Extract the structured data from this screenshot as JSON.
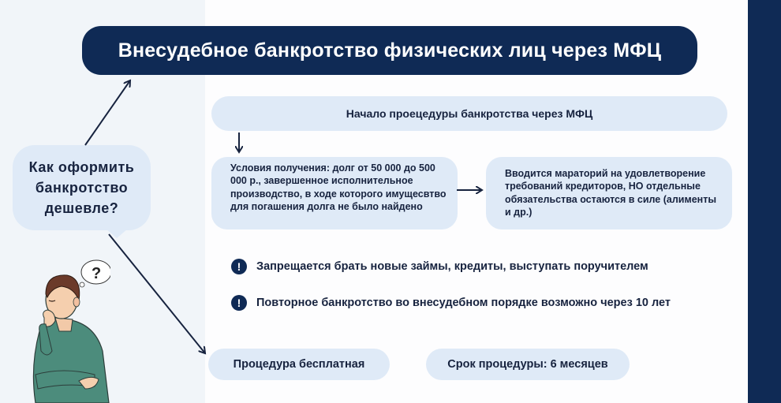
{
  "title": "Внесудебное банкротство физических лиц через МФЦ",
  "question": {
    "lines": [
      "Как оформить",
      "банкротство",
      "дешевле?"
    ]
  },
  "flow": {
    "start": "Начало проецедуры банкротства через МФЦ",
    "conditions": "Условия получения: долг от 50 000 до 500 000 р., завершенное исполнительное производство, в ходе которого имущесвтво для погашения долга не было найдено",
    "moratorium": "Вводится мараторий на удовлетворение требований кредиторов, НО отдельные обязательства остаются в силе (алименты и др.)"
  },
  "warnings": [
    {
      "icon": "exclamation-circle-icon",
      "text": "Запрещается брать новые займы, кредиты, выступать поручителем"
    },
    {
      "icon": "exclamation-circle-icon",
      "text": "Повторное банкротство во внесудебном порядке возможно через 10 лет"
    }
  ],
  "bottom": {
    "free": "Процедура бесплатная",
    "term": "Срок процедуры: 6 месяцев"
  },
  "thought_bubble": "?",
  "colors": {
    "navy": "#0f2a55",
    "pill_bg": "#dfeaf7",
    "left_panel": "#f1f5f9",
    "text": "#17233f"
  }
}
